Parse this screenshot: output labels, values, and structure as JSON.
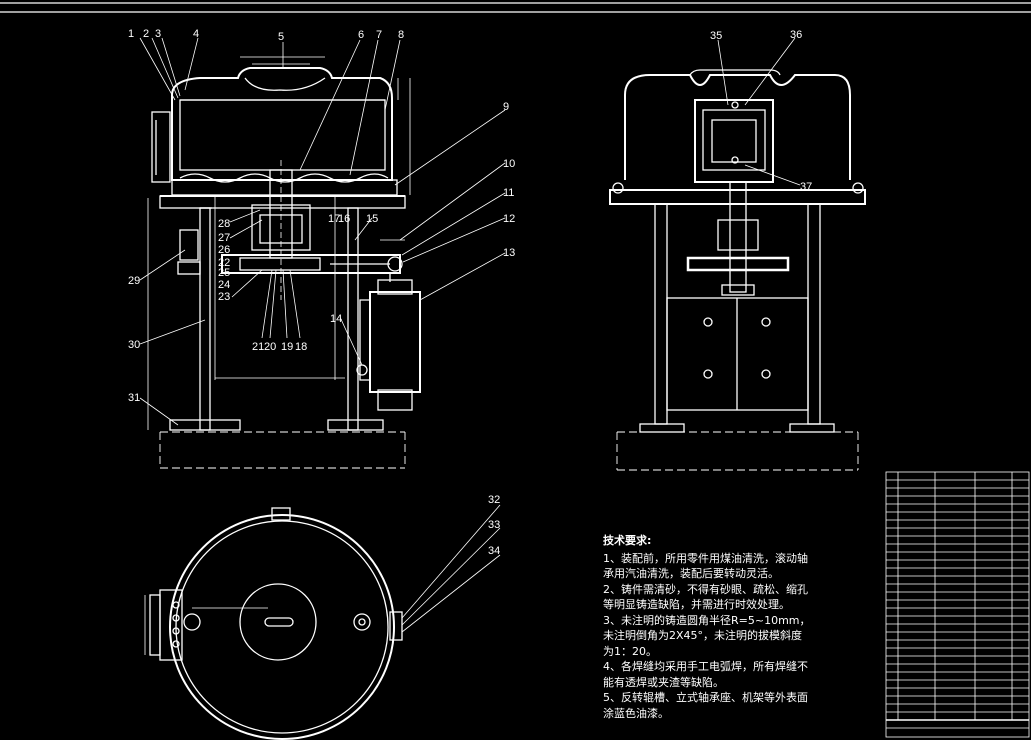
{
  "part_labels_front": [
    "1",
    "2",
    "3",
    "4",
    "5",
    "6",
    "7",
    "8",
    "9",
    "10",
    "11",
    "12",
    "13",
    "14",
    "15",
    "16",
    "17",
    "18",
    "19",
    "20",
    "21",
    "22",
    "23",
    "24",
    "25",
    "26",
    "27",
    "28",
    "29",
    "30",
    "31"
  ],
  "part_labels_side": [
    "35",
    "36",
    "37"
  ],
  "part_labels_top": [
    "32",
    "33",
    "34"
  ],
  "technical_requirements": {
    "title": "技术要求:",
    "items": [
      "1、装配前，所用零件用煤油清洗，滚动轴承用汽油清洗，装配后要转动灵活。",
      "2、铸件需清砂，不得有砂眼、疏松、缩孔等明显铸造缺陷，并需进行时效处理。",
      "3、未注明的铸造圆角半径R=5~10mm，未注明倒角为2X45°，未注明的拔模斜度为1：20。",
      "4、各焊缝均采用手工电弧焊，所有焊缝不能有透焊或夹渣等缺陷。",
      "5、反转辊槽、立式轴承座、机架等外表面涂蓝色油漆。"
    ]
  },
  "colors": {
    "background": "#000000",
    "lines": "#ffffff"
  }
}
